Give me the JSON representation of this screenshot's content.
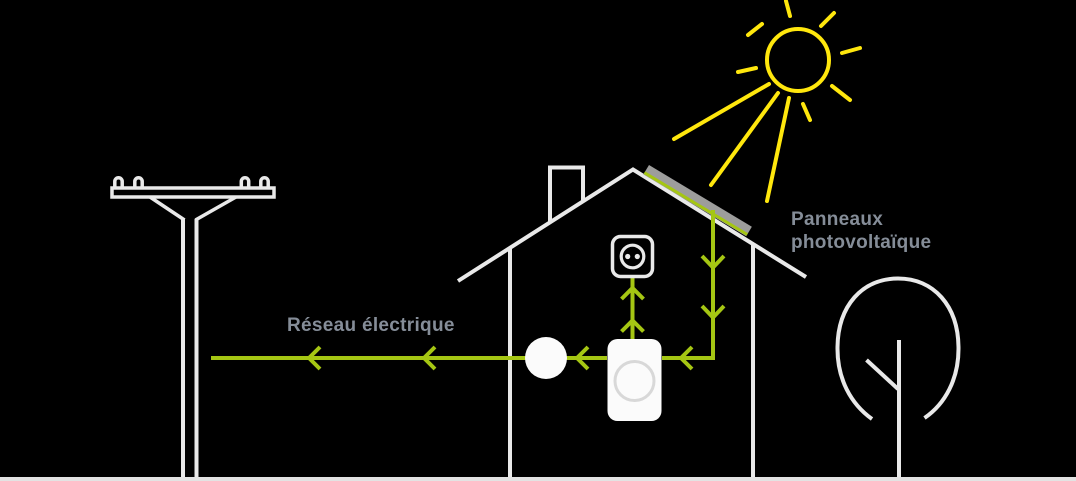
{
  "labels": {
    "grid": "Réseau électrique",
    "panels_line1": "Panneaux",
    "panels_line2": "photovoltaïque"
  },
  "colors": {
    "background": "#000000",
    "line_white": "#e9e9e9",
    "energy_green": "#a5c613",
    "sun_yellow": "#ffe70d",
    "panel_gray": "#9d9d9c",
    "label_gray": "#858d98",
    "ground_gray": "#e3e3e3",
    "shape_fill_white": "#fbfbfb",
    "inner_circle_gray": "#d8d8d8"
  },
  "icons": {
    "sun": "sun-with-rays",
    "utility_pole": "power-line-pole",
    "house": "house-outline-with-chimney",
    "outlet": "wall-power-socket",
    "solar_panel": "roof-solar-panel-strip",
    "inverter": "inverter-box-with-dial",
    "meter": "round-meter-node",
    "tree": "tree-outline",
    "arrows": "energy-flow-chevron-arrows",
    "ground": "ground-line"
  }
}
